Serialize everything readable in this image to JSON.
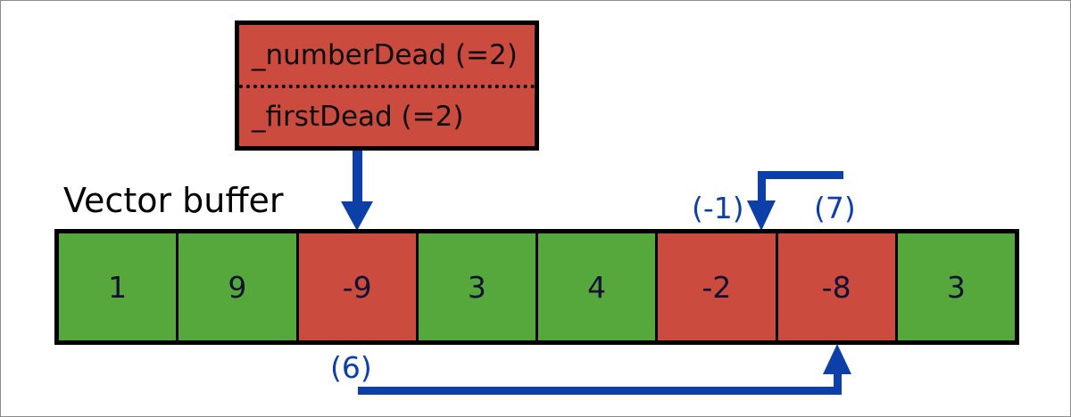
{
  "diagram": {
    "title_label": "Vector buffer",
    "state_box": {
      "number_dead": "_numberDead (=2)",
      "first_dead": "_firstDead (=2)"
    },
    "array": {
      "cells": [
        {
          "value": "1",
          "state": "alive"
        },
        {
          "value": "9",
          "state": "alive"
        },
        {
          "value": "-9",
          "state": "dead"
        },
        {
          "value": "3",
          "state": "alive"
        },
        {
          "value": "4",
          "state": "alive"
        },
        {
          "value": "-2",
          "state": "dead"
        },
        {
          "value": "-8",
          "state": "dead"
        },
        {
          "value": "3",
          "state": "alive"
        }
      ]
    },
    "annotations": {
      "next_free_end": "(-1)",
      "slot_seven": "(7)",
      "slot_six": "(6)"
    },
    "colors": {
      "alive": "#57a83c",
      "dead": "#cb4b3f",
      "arrow": "#0d3fa8",
      "outline": "#000000",
      "cell_text": "#111133"
    }
  }
}
